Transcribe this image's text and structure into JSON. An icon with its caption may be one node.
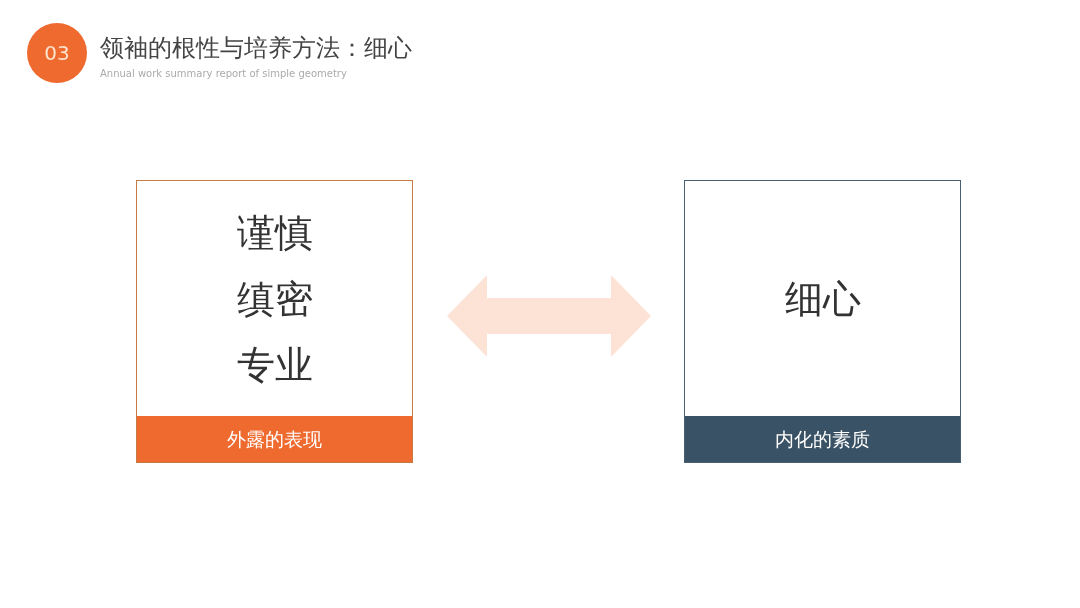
{
  "diagram": {
    "title": "领袖的根性与培养方法：细心",
    "nodes": [
      {
        "text": [
          "03"
        ]
      },
      {
        "text": [
          "谨慎",
          "缜密",
          "专业"
        ]
      },
      {
        "text": [
          "外露的表现"
        ],
        "in": 1
      },
      {
        "text": [
          "细心"
        ]
      },
      {
        "text": [
          "内化的素质"
        ],
        "in": 3
      }
    ],
    "edges": [
      {
        "from": 1,
        "to": 3,
        "arrow": "both",
        "color": "#fce3d6"
      }
    ],
    "labels": [
      "Annual work summary report of simple geometry"
    ]
  }
}
